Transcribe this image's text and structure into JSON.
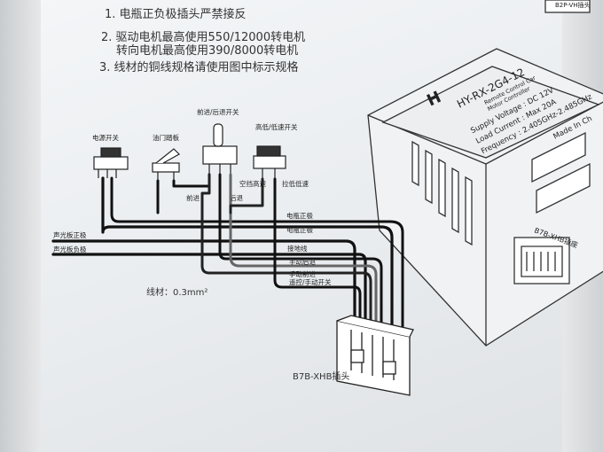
{
  "instructions": [
    "1. 电瓶正负极插头严禁接反",
    "2. 驱动电机最高使用550/12000转电机",
    "转向电机最高使用390/8000转电机",
    "3. 线材的铜线规格请使用图中标示规格"
  ],
  "switches": {
    "power": "电源开关",
    "pedal": "油门踏板",
    "fwd_rev": "前进/后退开关",
    "hi_lo": "高低/低速开关"
  },
  "terminals": {
    "forward": "前进",
    "reverse": "后退",
    "neutral_fast": "空挡高速",
    "lo_speed_pin": "拉低低速"
  },
  "left_wires": {
    "pos": "声光板正极",
    "neg": "声光板负极"
  },
  "wire_labels": [
    "电瓶正极",
    "电瓶正极",
    "接地线",
    "手动后退",
    "手动前进",
    "遥控/手动开关"
  ],
  "wire_spec": "线材：0.3mm²",
  "connector_label": "B7B-XHB插头",
  "receiver": {
    "logo": "H",
    "model": "HY-RX-2G4-12",
    "line1": "Remote Control Car",
    "line2": "Motor Controller",
    "supply": "Supply Voltage : DC 12V",
    "load": "Load Current : Max 20A",
    "freq": "Frequency : 2.405GHz-2.485GHz",
    "made": "Made In Ch",
    "port": "B7B-XHB插座",
    "top_port": "B2P-VH插头"
  }
}
